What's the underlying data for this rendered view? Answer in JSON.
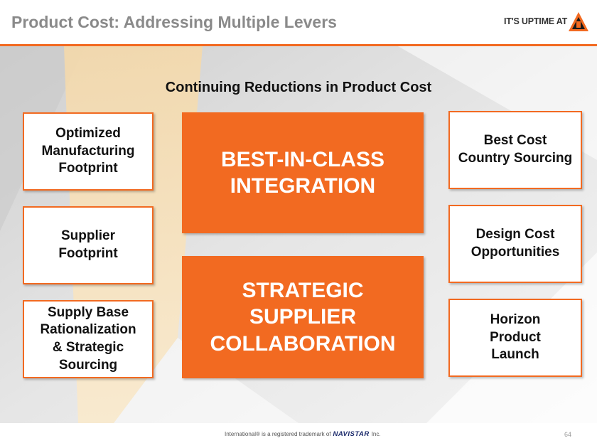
{
  "header": {
    "title": "Product Cost:  Addressing Multiple Levers",
    "logo_text": "IT'S UPTIME AT"
  },
  "subtitle": "Continuing Reductions in Product Cost",
  "left_boxes": [
    {
      "label": "Optimized\nManufacturing\nFootprint"
    },
    {
      "label": "Supplier\nFootprint"
    },
    {
      "label": "Supply Base\nRationalization\n& Strategic\nSourcing"
    }
  ],
  "center_blocks": [
    {
      "label": "BEST-IN-CLASS\nINTEGRATION"
    },
    {
      "label": "STRATEGIC\nSUPPLIER\nCOLLABORATION"
    }
  ],
  "right_boxes": [
    {
      "label": "Best Cost\nCountry Sourcing"
    },
    {
      "label": "Design Cost\nOpportunities"
    },
    {
      "label": "Horizon\nProduct\nLaunch"
    }
  ],
  "footer": {
    "trademark_prefix": "International® is a registered trademark of",
    "brand": "NAVISTAR",
    "trademark_suffix": "Inc.",
    "page_number": "64"
  },
  "colors": {
    "accent": "#f26a21",
    "title_gray": "#8a8a8a",
    "text": "#111111"
  }
}
